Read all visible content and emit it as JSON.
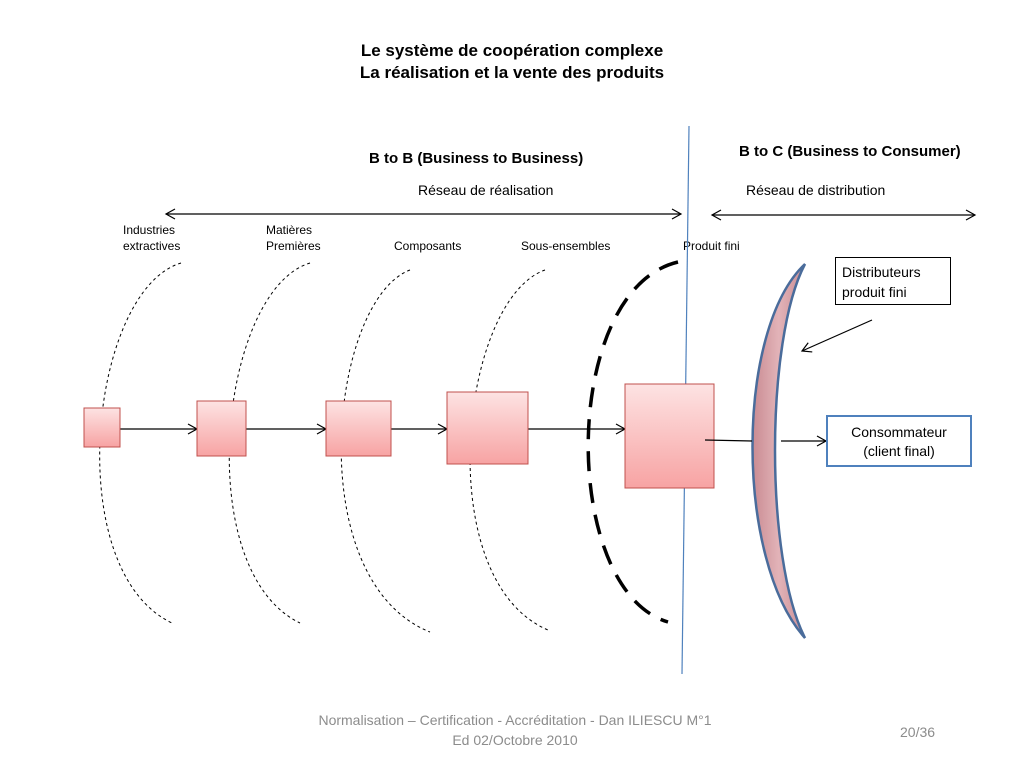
{
  "slide": {
    "title_line1": "Le système de coopération complexe",
    "title_line2": "La réalisation et  la vente des produits"
  },
  "sections": {
    "b2b_title": "B to B  (Business to Business)",
    "b2b_subtitle": "Réseau de réalisation",
    "b2c_title": "B to C (Business to Consumer)",
    "b2c_subtitle": "Réseau de distribution"
  },
  "stages": [
    {
      "line1": "Industries",
      "line2": "extractives"
    },
    {
      "line1": "Matières",
      "line2": "Premières"
    },
    {
      "line1": "Composants",
      "line2": ""
    },
    {
      "line1": "Sous-ensembles",
      "line2": ""
    },
    {
      "line1": "Produit fini",
      "line2": ""
    }
  ],
  "boxes": {
    "distributors_line1": "Distributeurs",
    "distributors_line2": "produit fini",
    "consumer_line1": "Consommateur",
    "consumer_line2": "(client final)"
  },
  "footer": {
    "line1": "Normalisation – Certification - Accréditation - Dan ILIESCU  M°1",
    "line2": "Ed 02/Octobre 2010",
    "page": "20/36"
  },
  "colors": {
    "box_fill_top": "#fde3e3",
    "box_fill_bottom": "#f7a3a3",
    "box_stroke": "#c0504d",
    "lens_fill": "#d9a0a6",
    "lens_stroke": "#4a6c9b",
    "divider": "#4f81bd",
    "consumer_border": "#4f81bd"
  }
}
